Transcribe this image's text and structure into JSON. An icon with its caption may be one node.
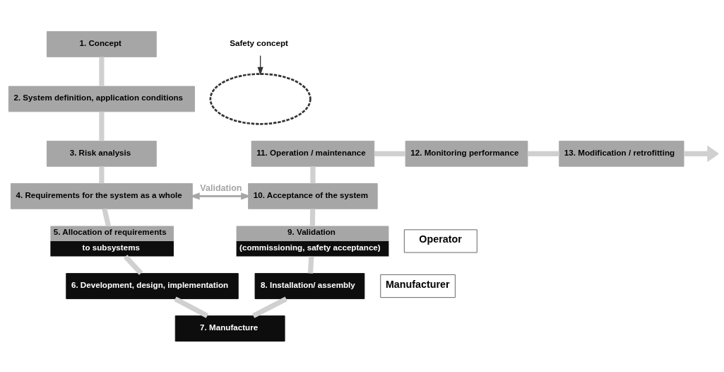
{
  "diagram": {
    "nodes": [
      {
        "text": [
          "1. Concept"
        ]
      },
      {
        "text": [
          "2. System definition, application conditions"
        ]
      },
      {
        "text": [
          "3. Risk analysis"
        ]
      },
      {
        "text": [
          "4. Requirements for the system as a whole"
        ]
      },
      {
        "text": [
          "5. Allocation of requirements",
          "to subsystems"
        ]
      },
      {
        "text": [
          "6. Development, design, implementation"
        ]
      },
      {
        "text": [
          "7. Manufacture"
        ]
      },
      {
        "text": [
          "8. Installation/ assembly"
        ]
      },
      {
        "text": [
          "9. Validation",
          "(commissioning, safety acceptance)"
        ]
      },
      {
        "text": [
          "10. Acceptance of the system"
        ]
      },
      {
        "text": [
          "11. Operation / maintenance"
        ]
      },
      {
        "text": [
          "12. Monitoring performance"
        ]
      },
      {
        "text": [
          "13. Modification / retrofitting"
        ]
      },
      {
        "text": [
          "Safety concept"
        ]
      },
      {
        "text": [],
        "shape": "ellipse"
      }
    ],
    "edges": [
      {
        "from": 0,
        "to": 1,
        "arrow": "none"
      },
      {
        "from": 1,
        "to": 2,
        "arrow": "none"
      },
      {
        "from": 2,
        "to": 3,
        "arrow": "none"
      },
      {
        "from": 3,
        "to": 4,
        "arrow": "none"
      },
      {
        "from": 4,
        "to": 5,
        "arrow": "none"
      },
      {
        "from": 5,
        "to": 6,
        "arrow": "none"
      },
      {
        "from": 6,
        "to": 7,
        "arrow": "none"
      },
      {
        "from": 7,
        "to": 8,
        "arrow": "none"
      },
      {
        "from": 8,
        "to": 9,
        "arrow": "none"
      },
      {
        "from": 9,
        "to": 10,
        "arrow": "none"
      },
      {
        "from": 10,
        "to": 11,
        "arrow": "none"
      },
      {
        "from": 11,
        "to": 12,
        "arrow": "none"
      },
      {
        "from": 12,
        "to": null,
        "arrow": "to"
      },
      {
        "from": 3,
        "to": 9,
        "arrow": "both",
        "label": "Validation",
        "color": "#a6a6a6"
      },
      {
        "from": 13,
        "to": 14,
        "arrow": "to",
        "color": "#333333"
      }
    ],
    "legend": [
      {
        "text": "Operator"
      },
      {
        "text": "Manufacturer"
      }
    ]
  }
}
